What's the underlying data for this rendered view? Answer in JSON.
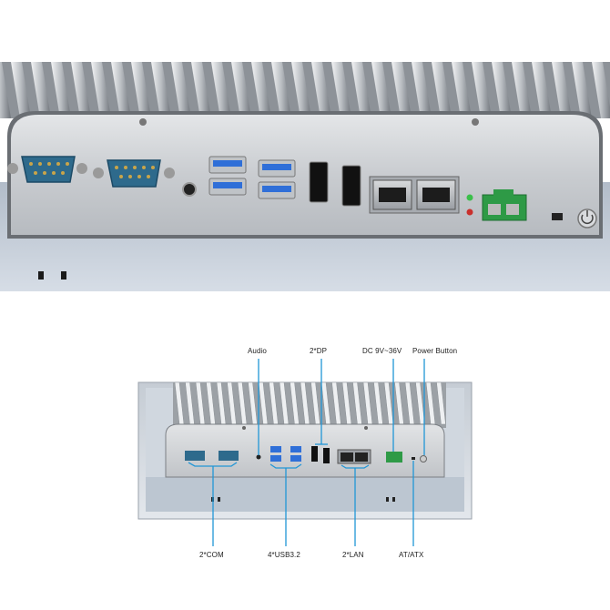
{
  "labels": {
    "audio": "Audio",
    "dp": "2*DP",
    "dc": "DC 9V~36V",
    "power_button": "Power Button",
    "com": "2*COM",
    "usb": "4*USB3.2",
    "lan": "2*LAN",
    "atatx": "AT/ATX"
  },
  "colors": {
    "callout": "#2196d6",
    "db9_body": "#3c7ba0",
    "usb_blue": "#2f6fd8",
    "terminal_green": "#2e9a46"
  }
}
